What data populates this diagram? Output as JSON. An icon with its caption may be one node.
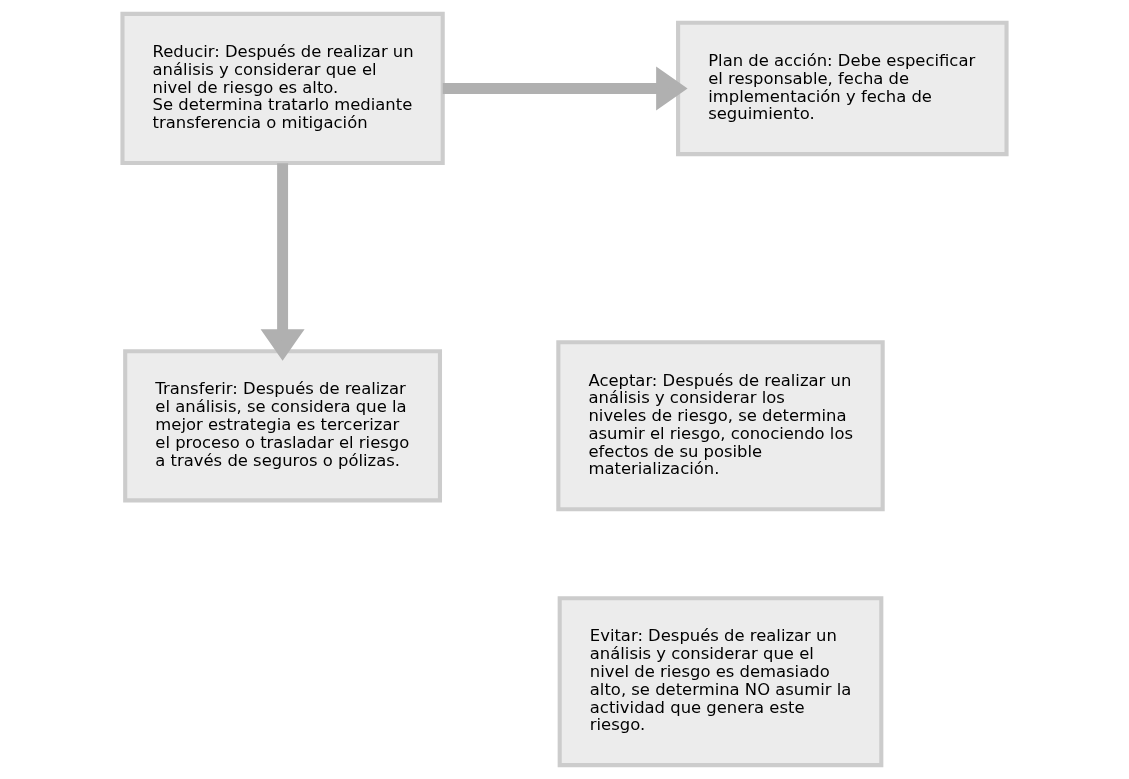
{
  "diagram": {
    "nodes": [
      {
        "text": [
          "Reducir: Después de realizar un análisis y considerar que el nivel de riesgo es alto.",
          "Se determina tratarlo mediante transferencia o mitigación"
        ]
      },
      {
        "text": [
          "Plan de acción: Debe especificar el responsable, fecha de implementación y fecha de seguimiento."
        ]
      },
      {
        "text": [
          "Aceptar: Después de realizar un análisis y considerar los niveles de riesgo, se determina asumir el riesgo, conociendo los efectos de su posible materialización."
        ]
      },
      {
        "text": [
          "Transferir: Después de realizar el análisis, se considera que la mejor estrategia es tercerizar el proceso o trasladar el riesgo a través de seguros o pólizas."
        ]
      },
      {
        "text": [
          "Evitar: Después de realizar un análisis y considerar que el nivel de riesgo es demasiado alto, se determina NO asumir la actividad que genera este riesgo."
        ]
      }
    ],
    "edges": [
      {
        "from": 0,
        "to": 1,
        "arrow": "to"
      },
      {
        "from": 0,
        "to": 3,
        "arrow": "to"
      }
    ]
  }
}
